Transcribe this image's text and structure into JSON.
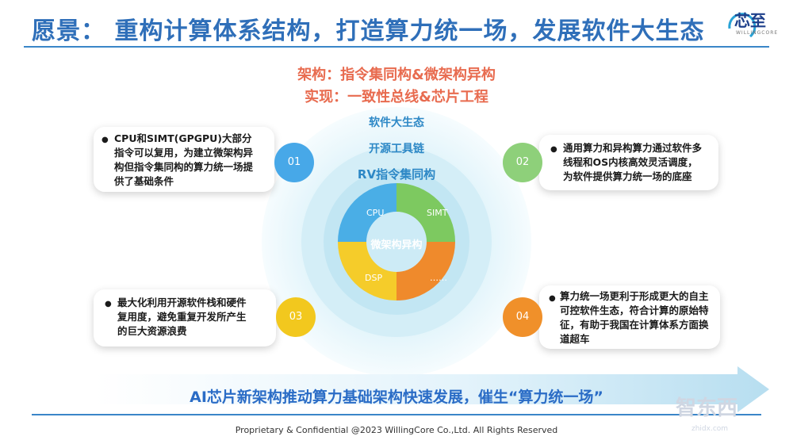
{
  "header": {
    "title": "愿景：  重构计算体系结构，打造算力统一场，发展软件大生态",
    "logo_text": "芯至",
    "logo_sub": "WILLINGCORE"
  },
  "subtitles": {
    "architecture": "架构：指令集同构&微架构异构",
    "implementation": "实现：一致性总线&芯片工程"
  },
  "rings": {
    "outer": "软件大生态",
    "middle": "开源工具链",
    "inner": "RV指令集同构",
    "core": "微架构异构",
    "segments": [
      "CPU",
      "SIMT",
      "DSP",
      "……"
    ]
  },
  "cards": [
    {
      "number": "01",
      "lines": [
        "CPU和SIMT(GPGPU)大部分",
        "指令可以复用，为建立微架构异",
        "构但指令集同构的算力统一场提",
        "供了基础条件"
      ]
    },
    {
      "number": "02",
      "lines": [
        "通用算力和异构算力通过软件多",
        "线程和OS内核高效灵活调度，",
        "为软件提供算力统一场的底座"
      ]
    },
    {
      "number": "03",
      "lines": [
        "最大化利用开源软件栈和硬件",
        "复用度，避免重复开发所产生",
        "的巨大资源浪费"
      ]
    },
    {
      "number": "04",
      "lines": [
        "算力统一场更利于形成更大的自主",
        "可控软件生态，符合计算的原始特",
        "征，有助于我国在计算体系方面换",
        "道超车"
      ]
    }
  ],
  "bottom_banner": "AI芯片新架构推动算力基础架构快速发展，催生“算力统一场”",
  "footer": "Proprietary & Confidential @2023 WillingCore Co.,Ltd. All Rights Reserved",
  "watermark": "智东西",
  "watermark_sub": "zhidx.com",
  "colors": {
    "title": "#2f6fb9",
    "accent_red": "#e86b4f",
    "num_01": "#47a8e8",
    "num_02": "#8ed07a",
    "num_03": "#f2c81e",
    "num_04": "#f0902a",
    "seg_cpu": "#4aaee6",
    "seg_simt": "#7dc960",
    "seg_dsp": "#f5cc2a",
    "seg_other": "#ef8a2c"
  }
}
